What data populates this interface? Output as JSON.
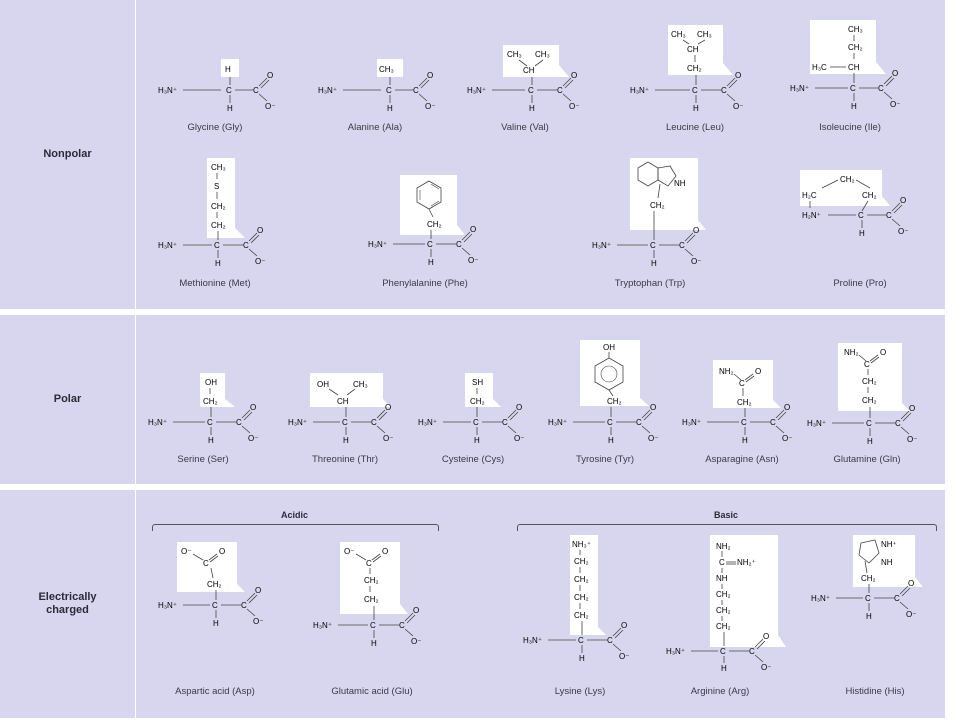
{
  "sections": {
    "nonpolar": {
      "label": "Nonpolar"
    },
    "polar": {
      "label": "Polar"
    },
    "charged": {
      "label_line1": "Electrically",
      "label_line2": "charged"
    }
  },
  "groups": {
    "acidic": "Acidic",
    "basic": "Basic"
  },
  "amino_acids": {
    "glycine": "Glycine (Gly)",
    "alanine": "Alanine (Ala)",
    "valine": "Valine (Val)",
    "leucine": "Leucine (Leu)",
    "isoleucine": "Isoleucine (Ile)",
    "methionine": "Methionine (Met)",
    "phenylalanine": "Phenylalanine (Phe)",
    "tryptophan": "Tryptophan (Trp)",
    "proline": "Proline (Pro)",
    "serine": "Serine (Ser)",
    "threonine": "Threonine (Thr)",
    "cysteine": "Cysteine (Cys)",
    "tyrosine": "Tyrosine (Tyr)",
    "asparagine": "Asparagine (Asn)",
    "glutamine": "Glutamine (Gln)",
    "aspartic": "Aspartic acid (Asp)",
    "glutamic": "Glutamic acid (Glu)",
    "lysine": "Lysine (Lys)",
    "arginine": "Arginine (Arg)",
    "histidine": "Histidine (His)"
  },
  "chem": {
    "h3n": "H₃N⁺",
    "c": "C",
    "h": "H",
    "o": "O",
    "o_minus": "O⁻",
    "ch3": "CH₃",
    "ch2": "CH₂",
    "ch": "CH",
    "s": "S",
    "oh": "OH",
    "sh": "SH",
    "nh": "NH",
    "nh2": "NH₂",
    "nh3": "NH₃⁺",
    "nh2plus": "NH₂⁺",
    "nhplus": "NH⁺",
    "h3c": "H₃C",
    "h2c": "H₂C",
    "h2n": "H₂N⁺"
  },
  "colors": {
    "panel": "#d8d6ee",
    "sidechain_box": "#ffffff",
    "ink": "#3a3a4a"
  }
}
